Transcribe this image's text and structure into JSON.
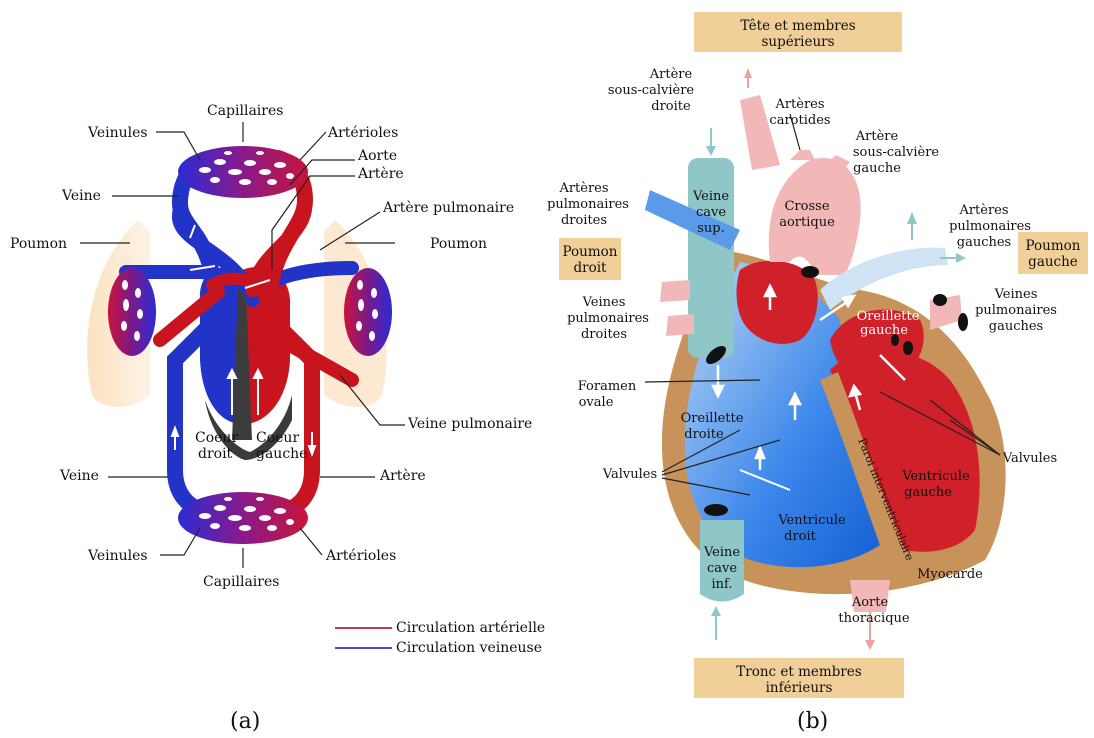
{
  "panel_a": {
    "caption": "(a)",
    "labels": {
      "capillaires_top": "Capillaires",
      "veinules_top": "Veinules",
      "arterioles_top": "Artérioles",
      "aorte": "Aorte",
      "artere_top": "Artère",
      "veine_top": "Veine",
      "artere_pulmonaire": "Artère pulmonaire",
      "poumon_left": "Poumon",
      "poumon_right": "Poumon",
      "veine_pulmonaire": "Veine pulmonaire",
      "coeur_droit_1": "Coeur",
      "coeur_droit_2": "droit",
      "coeur_gauche_1": "Coeur",
      "coeur_gauche_2": "gauche",
      "veine_bottom": "Veine",
      "artere_bottom": "Artère",
      "veinules_bottom": "Veinules",
      "arterioles_bottom": "Artérioles",
      "capillaires_bottom": "Capillaires"
    },
    "legend": [
      {
        "label": "Circulation artérielle",
        "color": "#c0143c"
      },
      {
        "label": "Circulation veineuse",
        "color": "#3a2bd6"
      }
    ]
  },
  "panel_b": {
    "caption": "(b)",
    "boxes": {
      "tete_1": "Tête et membres",
      "tete_2": "supérieurs",
      "poumon_droit_1": "Poumon",
      "poumon_droit_2": "droit",
      "poumon_gauche_1": "Poumon",
      "poumon_gauche_2": "gauche",
      "tronc_1": "Tronc et membres",
      "tronc_2": "inférieurs"
    },
    "labels": {
      "ssc_droite_1": "Artère",
      "ssc_droite_2": "sous-calvière",
      "ssc_droite_3": "droite",
      "carotides_1": "Artères",
      "carotides_2": "carotides",
      "ssc_gauche_1": "Artère",
      "ssc_gauche_2": "sous-calvière",
      "ssc_gauche_3": "gauche",
      "art_pulm_dr_1": "Artères",
      "art_pulm_dr_2": "pulmonaires",
      "art_pulm_dr_3": "droites",
      "vcs_1": "Veine",
      "vcs_2": "cave",
      "vcs_3": "sup.",
      "crosse_1": "Crosse",
      "crosse_2": "aortique",
      "art_pulm_g_1": "Artères",
      "art_pulm_g_2": "pulmonaires",
      "art_pulm_g_3": "gauches",
      "vpd_1": "Veines",
      "vpd_2": "pulmonaires",
      "vpd_3": "droites",
      "vpg_1": "Veines",
      "vpg_2": "pulmonaires",
      "vpg_3": "gauches",
      "og_1": "Oreillette",
      "og_2": "gauche",
      "foramen_1": "Foramen",
      "foramen_2": "ovale",
      "od_1": "Oreillette",
      "od_2": "droite",
      "valvules_left": "Valvules",
      "valvules_right": "Valvules",
      "paroi": "Paroi interventriculaire",
      "vg_1": "Ventricule",
      "vg_2": "gauche",
      "vd_1": "Ventricule",
      "vd_2": "droit",
      "vci_1": "Veine",
      "vci_2": "cave",
      "vci_3": "inf.",
      "myocarde": "Myocarde",
      "aorte_th_1": "Aorte",
      "aorte_th_2": "thoracique"
    },
    "colors": {
      "oxygenated": "#d0202a",
      "deoxygenated": "#1f6fe0",
      "myocardium": "#c8935a",
      "vessel_pink": "#f2b8b8",
      "vena_cava": "#8fc6c8",
      "box_fill": "#f0cf98"
    }
  }
}
